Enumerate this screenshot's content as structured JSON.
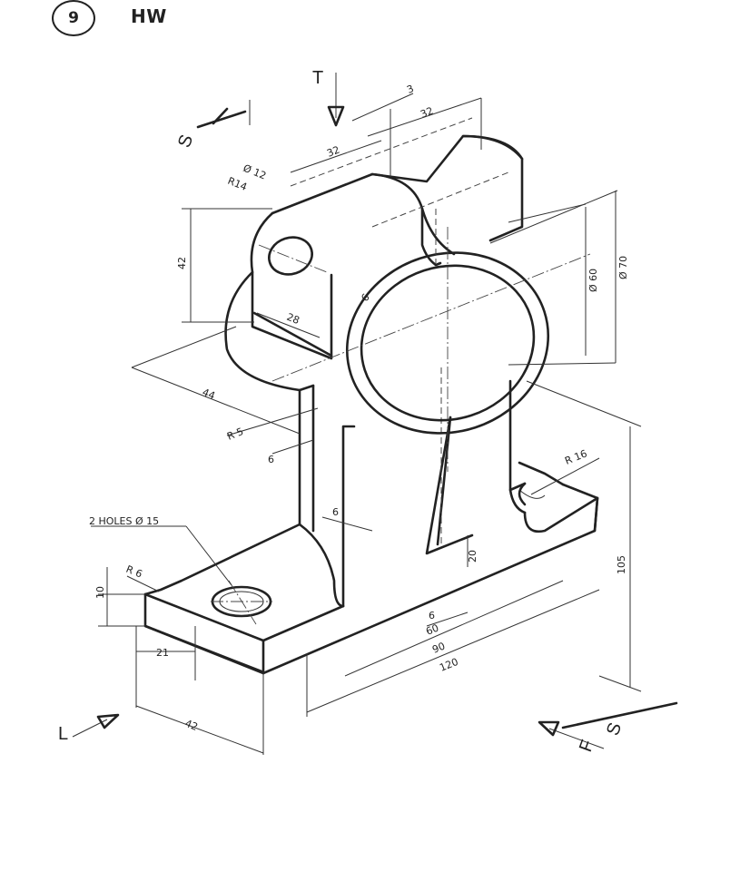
{
  "header": {
    "problem_number": "9",
    "title": "HW"
  },
  "view_letters": {
    "top": "T",
    "section_top": "S",
    "section_right": "S",
    "left": "L",
    "front": "F"
  },
  "dimensions": {
    "top_a": "3",
    "top_b": "32",
    "top_c": "32",
    "hole_dia": "Ø 12",
    "boss_radius": "R14",
    "height_42": "42",
    "width_28": "28",
    "thickness_6a": "6",
    "length_44": "44",
    "fillet_r5": "R 5",
    "rib_6": "6",
    "web_6": "6",
    "dia_60": "Ø 60",
    "dia_70": "Ø 70",
    "corner_r16": "R 16",
    "holes_note": "2 HOLES   Ø 15",
    "corner_r6": "R 6",
    "base_10": "10",
    "base_21": "21",
    "base_42": "42",
    "rib_20": "20",
    "rib_6b": "6",
    "len_60": "60",
    "len_90": "90",
    "len_120": "120",
    "height_105": "105"
  }
}
